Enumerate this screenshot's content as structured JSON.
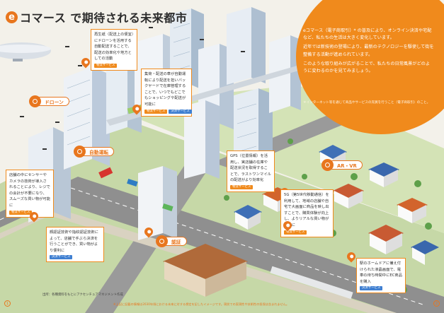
{
  "title": {
    "e_mark": "e",
    "text": "コマース で期待される未来都市"
  },
  "panel": {
    "paragraphs": [
      "eコマース（電子商取引）* の普及により、オンライン決済や宅配など、私たちの生活は大きく変化しています。",
      "近年では新技術の登場により、最新のテクノロジーを駆使して街を整備する活動が進められています。",
      "このような取り組みが広がることで、私たちの日常風景がどのように変わるのかを見てみましょう。"
    ],
    "note": "＊インターネット等を通じて商品やサービスの売買を行うこと（電子商取引）のこと。"
  },
  "labels": {
    "drone": "ドローン",
    "autonomous": "自動運転",
    "arvr": "AR・VR",
    "auth": "認証"
  },
  "callouts": {
    "c1": {
      "text": "再生紙（配送上の便宜）にドローンを活用する自動配送することで、配送の効率化や地方としての活動",
      "tags": [
        "物流サービス"
      ]
    },
    "c2": {
      "text": "集荷・配送の車が自動運転により配送を担いバックヤードで在庫管理することで、いつでもどこでもショッピングや配送が可能に",
      "tags": [
        "物流サービス",
        "決済サービス"
      ]
    },
    "c3": {
      "text": "店舗の中にセンサーやカメラの技術が導入されることにより、レジでの会計が不要になり、スムーズな買い物が可能に",
      "tags": [
        "物流サービス"
      ]
    },
    "c4": {
      "text": "顔認証技術や指紋認証技術によって、店舗で手ぶら決済を行うことができ、買い物がより便利に",
      "tags": [
        "決済サービス"
      ]
    },
    "c5": {
      "text": "GPS（位置情報）を活用し、実店舗の在庫や配送状況を取得することで、ラストワンマイルの配送がより効率化",
      "tags": [
        "物流サービス"
      ]
    },
    "c6": {
      "text": "5G（第5世代移動通信）を利用して、地域の店舗や自宅で大画面に商品を映し出すことで、購買体験が向上し、よりリアルな買い物が可能に",
      "tags": [
        "物流サービス"
      ]
    },
    "c7": {
      "text": "駅のホームドアに備え付けられた液晶画面で、電車の待ち時間中にEC商品を購入",
      "tags": [
        "決済サービス"
      ]
    }
  },
  "source": "出所：各種資料をもとにアクセンチュアマネジメント作成",
  "footnote": "※上記に記載の情報は2030年頃における未来に対する想定を記したイメージです。現状での実現性や技術性の担保は含まれません。",
  "pages": {
    "left": "1",
    "right": "2"
  },
  "colors": {
    "accent": "#f08a1c",
    "background": "#f3f1ea",
    "tag_blue": "#3f7fd1"
  }
}
